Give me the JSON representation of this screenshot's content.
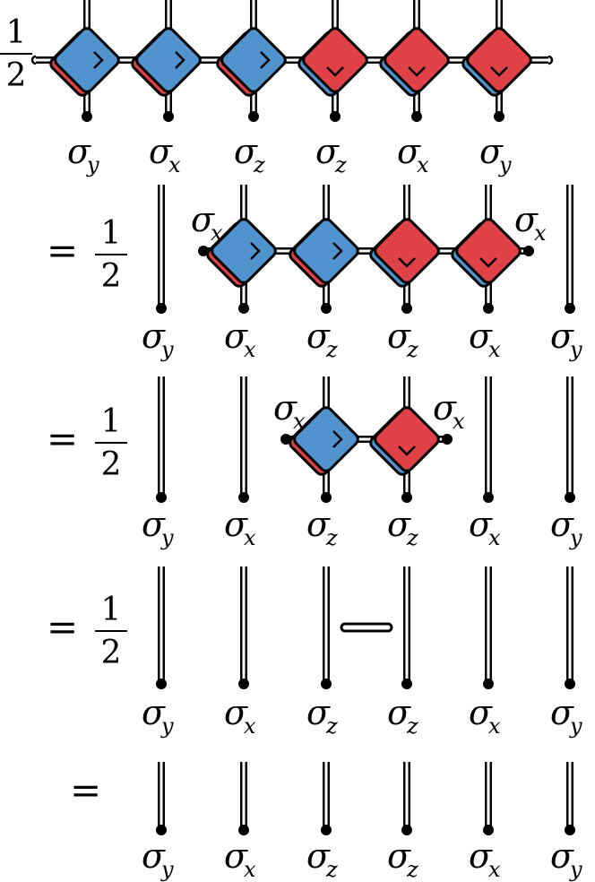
{
  "colors": {
    "blue_tensor": "#5193cf",
    "red_tensor": "#e04146",
    "line": "#000000",
    "background": "#ffffff"
  },
  "symbols": {
    "equals": "=",
    "half_numerator": "1",
    "half_denominator": "2",
    "sigma": "σ"
  },
  "rows": [
    {
      "prefix_equals": false,
      "prefix_half": true,
      "labels": [
        "y",
        "x",
        "z",
        "z",
        "x",
        "y"
      ],
      "tensors": [
        "blue",
        "blue",
        "blue",
        "red",
        "red",
        "red"
      ],
      "open_ends": true,
      "endpoint_labels": [
        "",
        ""
      ],
      "short_bond": false
    },
    {
      "prefix_equals": true,
      "prefix_half": true,
      "labels": [
        "y",
        "x",
        "z",
        "z",
        "x",
        "y"
      ],
      "tensors": [
        "plain",
        "blue",
        "blue",
        "red",
        "red",
        "plain"
      ],
      "open_ends": false,
      "endpoint_labels": [
        "x",
        "x"
      ],
      "short_bond": false
    },
    {
      "prefix_equals": true,
      "prefix_half": true,
      "labels": [
        "y",
        "x",
        "z",
        "z",
        "x",
        "y"
      ],
      "tensors": [
        "plain",
        "plain",
        "blue",
        "red",
        "plain",
        "plain"
      ],
      "open_ends": false,
      "endpoint_labels": [
        "x",
        "x"
      ],
      "short_bond": false
    },
    {
      "prefix_equals": true,
      "prefix_half": true,
      "labels": [
        "y",
        "x",
        "z",
        "z",
        "x",
        "y"
      ],
      "tensors": [
        "plain",
        "plain",
        "plain",
        "plain",
        "plain",
        "plain"
      ],
      "open_ends": false,
      "endpoint_labels": [
        "",
        ""
      ],
      "short_bond": true
    },
    {
      "prefix_equals": true,
      "prefix_half": false,
      "labels": [
        "y",
        "x",
        "z",
        "z",
        "x",
        "y"
      ],
      "tensors": [
        "plain",
        "plain",
        "plain",
        "plain",
        "plain",
        "plain"
      ],
      "open_ends": false,
      "endpoint_labels": [
        "",
        ""
      ],
      "short_bond": false
    }
  ]
}
